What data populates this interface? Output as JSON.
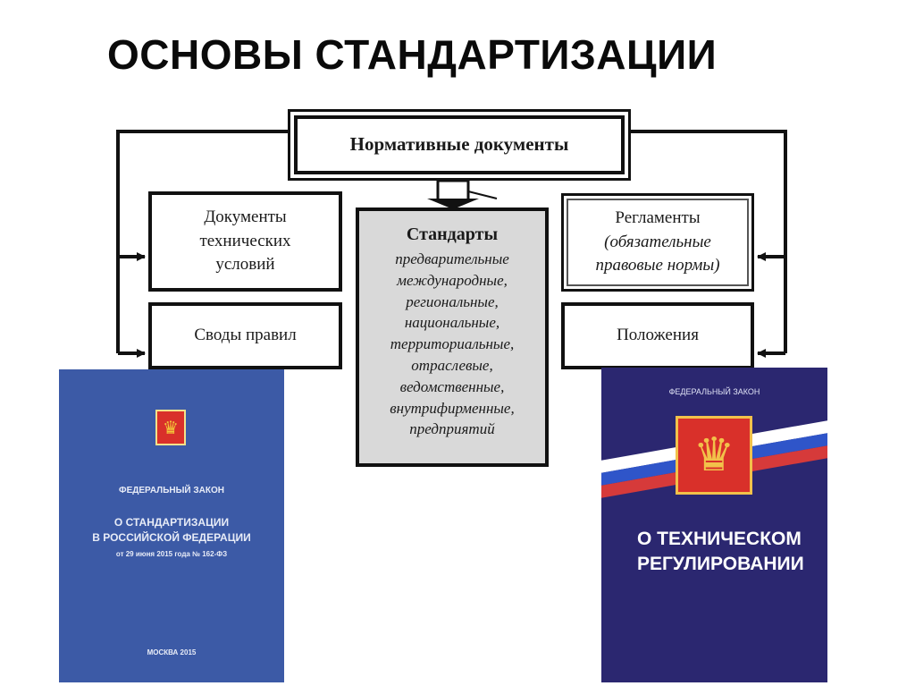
{
  "title": "ОСНОВЫ СТАНДАРТИЗАЦИИ",
  "diagram": {
    "top": "Нормативные документы",
    "tech_conditions": [
      "Документы",
      "технических",
      "условий"
    ],
    "codes": "Своды правил",
    "standards": {
      "title": "Стандарты",
      "items": [
        "предварительные",
        "международные,",
        "региональные,",
        "национальные,",
        "территориальные,",
        "отраслевые,",
        "ведомственные,",
        "внутрифирменные,",
        "предприятий"
      ]
    },
    "regulations": {
      "title": "Регламенты",
      "line2": "(обязательные",
      "line3": "правовые нормы)"
    },
    "provisions": "Положения"
  },
  "book_left": {
    "color": "#3c5aa6",
    "emblem": "coat-of-arms-icon",
    "label": "ФЕДЕРАЛЬНЫЙ ЗАКОН",
    "title_line1": "О СТАНДАРТИЗАЦИИ",
    "title_line2": "В РОССИЙСКОЙ ФЕДЕРАЦИИ",
    "date": "от 29 июня 2015 года № 162-ФЗ",
    "place": "МОСКВА 2015"
  },
  "book_right": {
    "color": "#2b2770",
    "emblem": "coat-of-arms-icon",
    "label": "ФЕДЕРАЛЬНЫЙ ЗАКОН",
    "title_line1": "О ТЕХНИЧЕСКОМ",
    "title_line2": "РЕГУЛИРОВАНИИ"
  }
}
